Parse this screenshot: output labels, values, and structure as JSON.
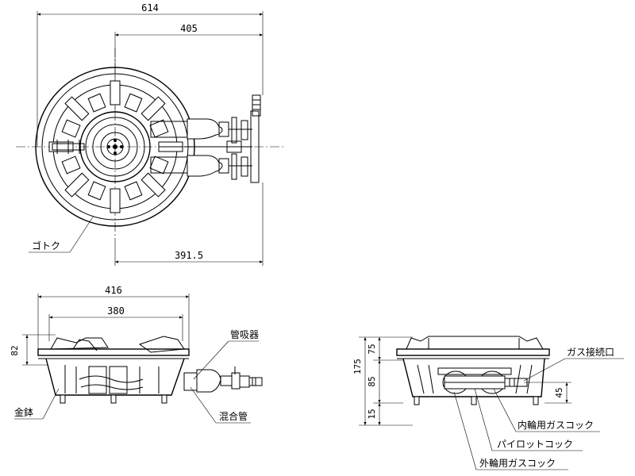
{
  "top_view": {
    "dims": {
      "overall_width": "614",
      "burner_to_connection": "405",
      "center_to_connection": "391.5"
    },
    "labels": {
      "trivet": "ゴトク"
    }
  },
  "front_view": {
    "dims": {
      "body_width": "416",
      "top_width": "380",
      "trivet_height": "82"
    },
    "labels": {
      "venturi": "管吸器",
      "iron": "金鉢",
      "mixing_tube": "混合管"
    }
  },
  "side_view": {
    "dims": {
      "total_height": "175",
      "upper": "75",
      "middle": "85",
      "lower": "15",
      "gas_height": "45"
    },
    "labels": {
      "gas_connection": "ガス接続口",
      "inner_cock": "内輪用ガスコック",
      "pilot_cock": "パイロットコック",
      "outer_cock": "外輪用ガスコック"
    }
  }
}
